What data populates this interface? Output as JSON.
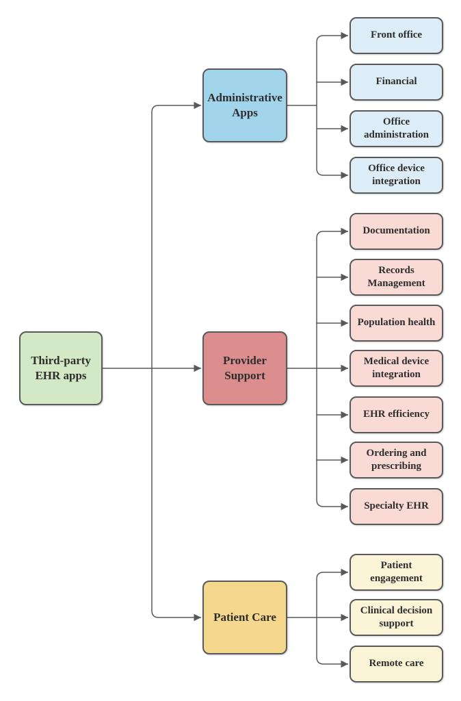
{
  "diagram": {
    "root": {
      "label": "Third-party EHR apps"
    },
    "branches": [
      {
        "label": "Administrative Apps",
        "children": [
          "Front office",
          "Financial",
          "Office administration",
          "Office device integration"
        ]
      },
      {
        "label": "Provider Support",
        "children": [
          "Documentation",
          "Records Management",
          "Population health",
          "Medical device integration",
          "EHR efficiency",
          "Ordering and prescribing",
          "Specialty EHR"
        ]
      },
      {
        "label": "Patient Care",
        "children": [
          "Patient engagement",
          "Clinical decision support",
          "Remote care"
        ]
      }
    ]
  },
  "colors": {
    "root_fill": "#d3e8c4",
    "administrative_fill": "#a2d4ec",
    "administrative_leaf_fill": "#ddedf7",
    "provider_fill": "#dc8d8d",
    "provider_leaf_fill": "#f9dad5",
    "patient_fill": "#f5d88d",
    "patient_leaf_fill": "#fbf4d7",
    "border": "#595959",
    "connector": "#595959",
    "text": "#2d2d2d",
    "background": "#ffffff"
  }
}
